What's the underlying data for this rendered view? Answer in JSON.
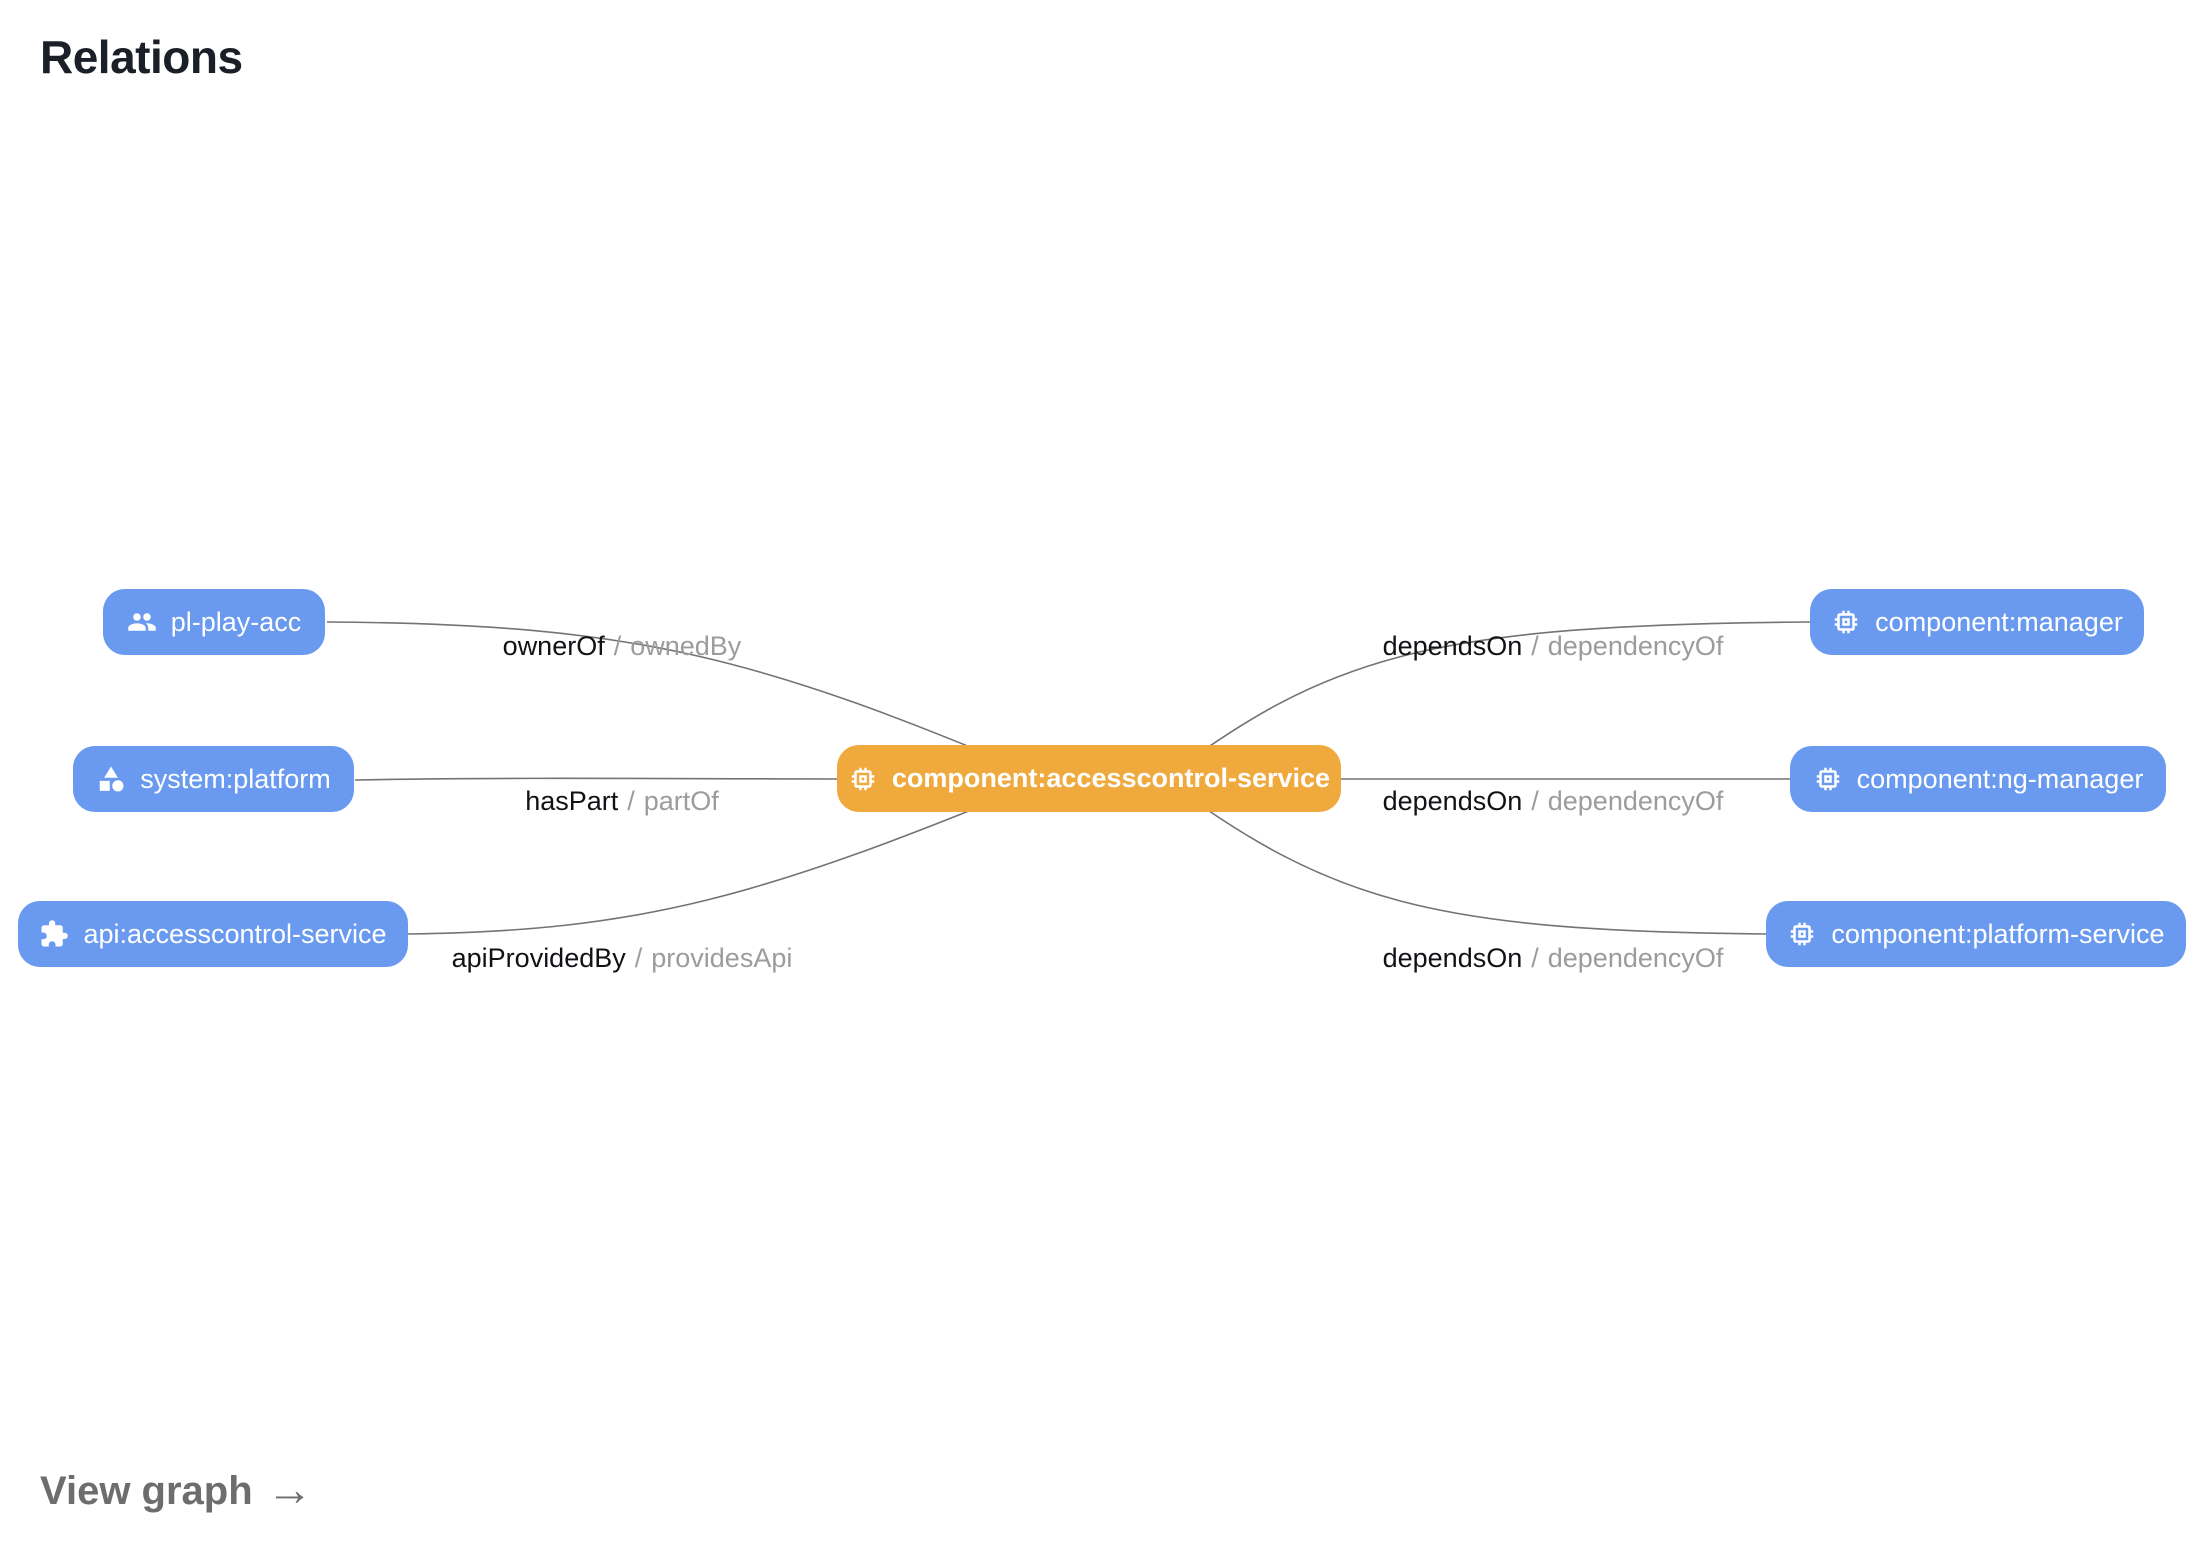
{
  "title": "Relations",
  "colors": {
    "node_blue": "#699af0",
    "node_orange": "#f0a93c",
    "edge_line": "#737373",
    "edge_label_primary": "#111216",
    "edge_label_secondary": "#9c9c9c",
    "title_color": "#1b1f27",
    "footer_color": "#6d6d6d"
  },
  "graph": {
    "center_node": {
      "label": "component:accesscontrol-service",
      "icon": "memory-chip-icon"
    },
    "left_nodes": [
      {
        "label": "pl-play-acc",
        "icon": "people-icon"
      },
      {
        "label": "system:platform",
        "icon": "category-icon"
      },
      {
        "label": "api:accesscontrol-service",
        "icon": "puzzle-icon"
      }
    ],
    "right_nodes": [
      {
        "label": "component:manager",
        "icon": "memory-chip-icon"
      },
      {
        "label": "component:ng-manager",
        "icon": "memory-chip-icon"
      },
      {
        "label": "component:platform-service",
        "icon": "memory-chip-icon"
      }
    ],
    "separator": "/",
    "edge_labels": [
      {
        "primary": "ownerOf",
        "secondary": "ownedBy"
      },
      {
        "primary": "hasPart",
        "secondary": "partOf"
      },
      {
        "primary": "apiProvidedBy",
        "secondary": "providesApi"
      },
      {
        "primary": "dependsOn",
        "secondary": "dependencyOf"
      },
      {
        "primary": "dependsOn",
        "secondary": "dependencyOf"
      },
      {
        "primary": "dependsOn",
        "secondary": "dependencyOf"
      }
    ]
  },
  "footer": {
    "view_graph_label": "View graph",
    "arrow": "→"
  }
}
